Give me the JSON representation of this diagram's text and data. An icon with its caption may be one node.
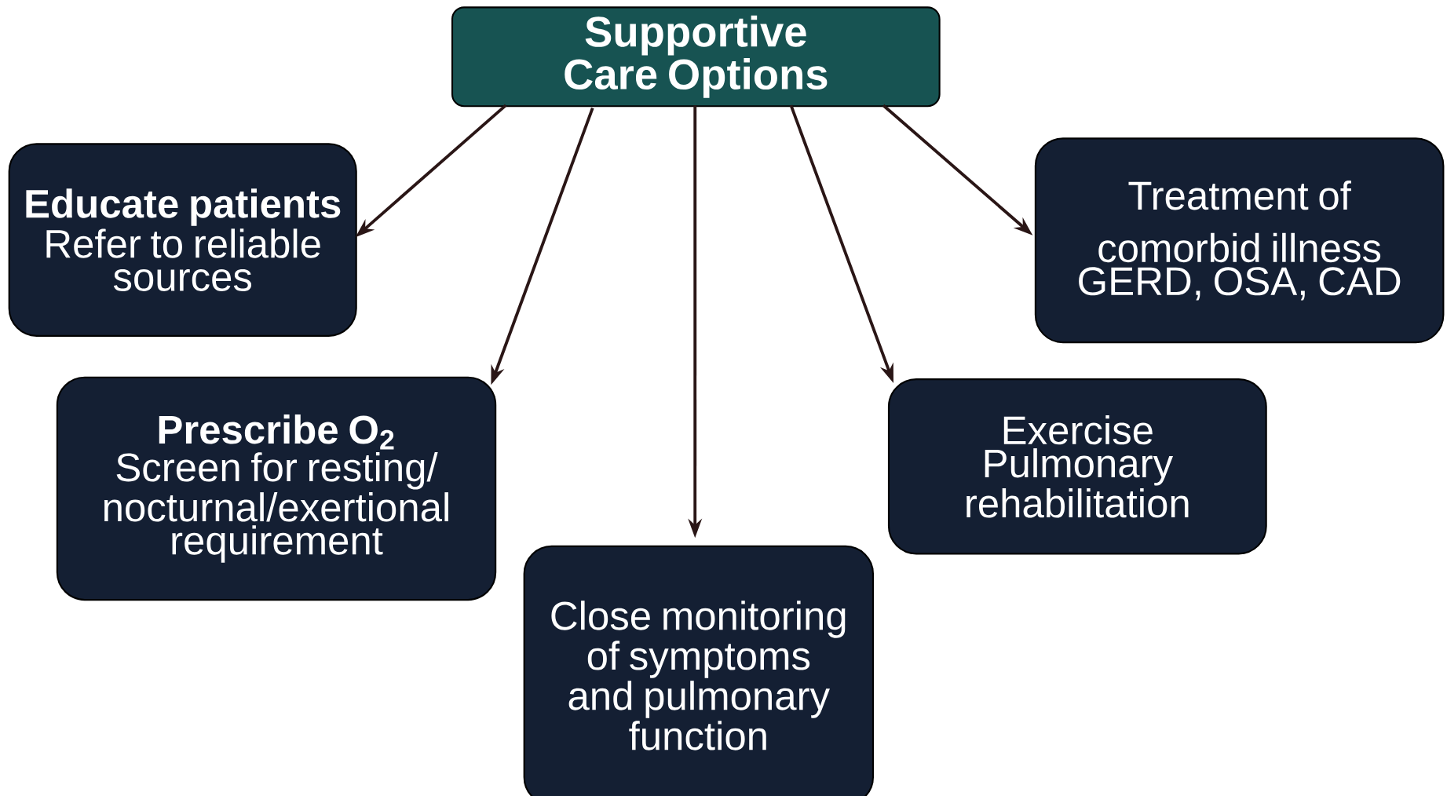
{
  "diagram": {
    "nodes": [
      {
        "text": [
          "Supportive Care Options"
        ]
      },
      {
        "text": [
          "Educate patients",
          "Refer to reliable sources"
        ]
      },
      {
        "text": [
          "Prescribe O$_{2}$",
          "Screen for resting/ nocturnal/exertional requirement"
        ]
      },
      {
        "text": [
          "Close monitoring of symptoms and pulmonary function"
        ]
      },
      {
        "text": [
          "Exercise",
          "Pulmonary rehabilitation"
        ]
      },
      {
        "text": [
          "Treatment of comorbid illness",
          "GERD, OSA, CAD"
        ]
      }
    ],
    "edges": [
      {
        "from": 0,
        "to": 1,
        "arrow": "to"
      },
      {
        "from": 0,
        "to": 2,
        "arrow": "to"
      },
      {
        "from": 0,
        "to": 3,
        "arrow": "to"
      },
      {
        "from": 0,
        "to": 4,
        "arrow": "to"
      },
      {
        "from": 0,
        "to": 5,
        "arrow": "to"
      }
    ]
  }
}
